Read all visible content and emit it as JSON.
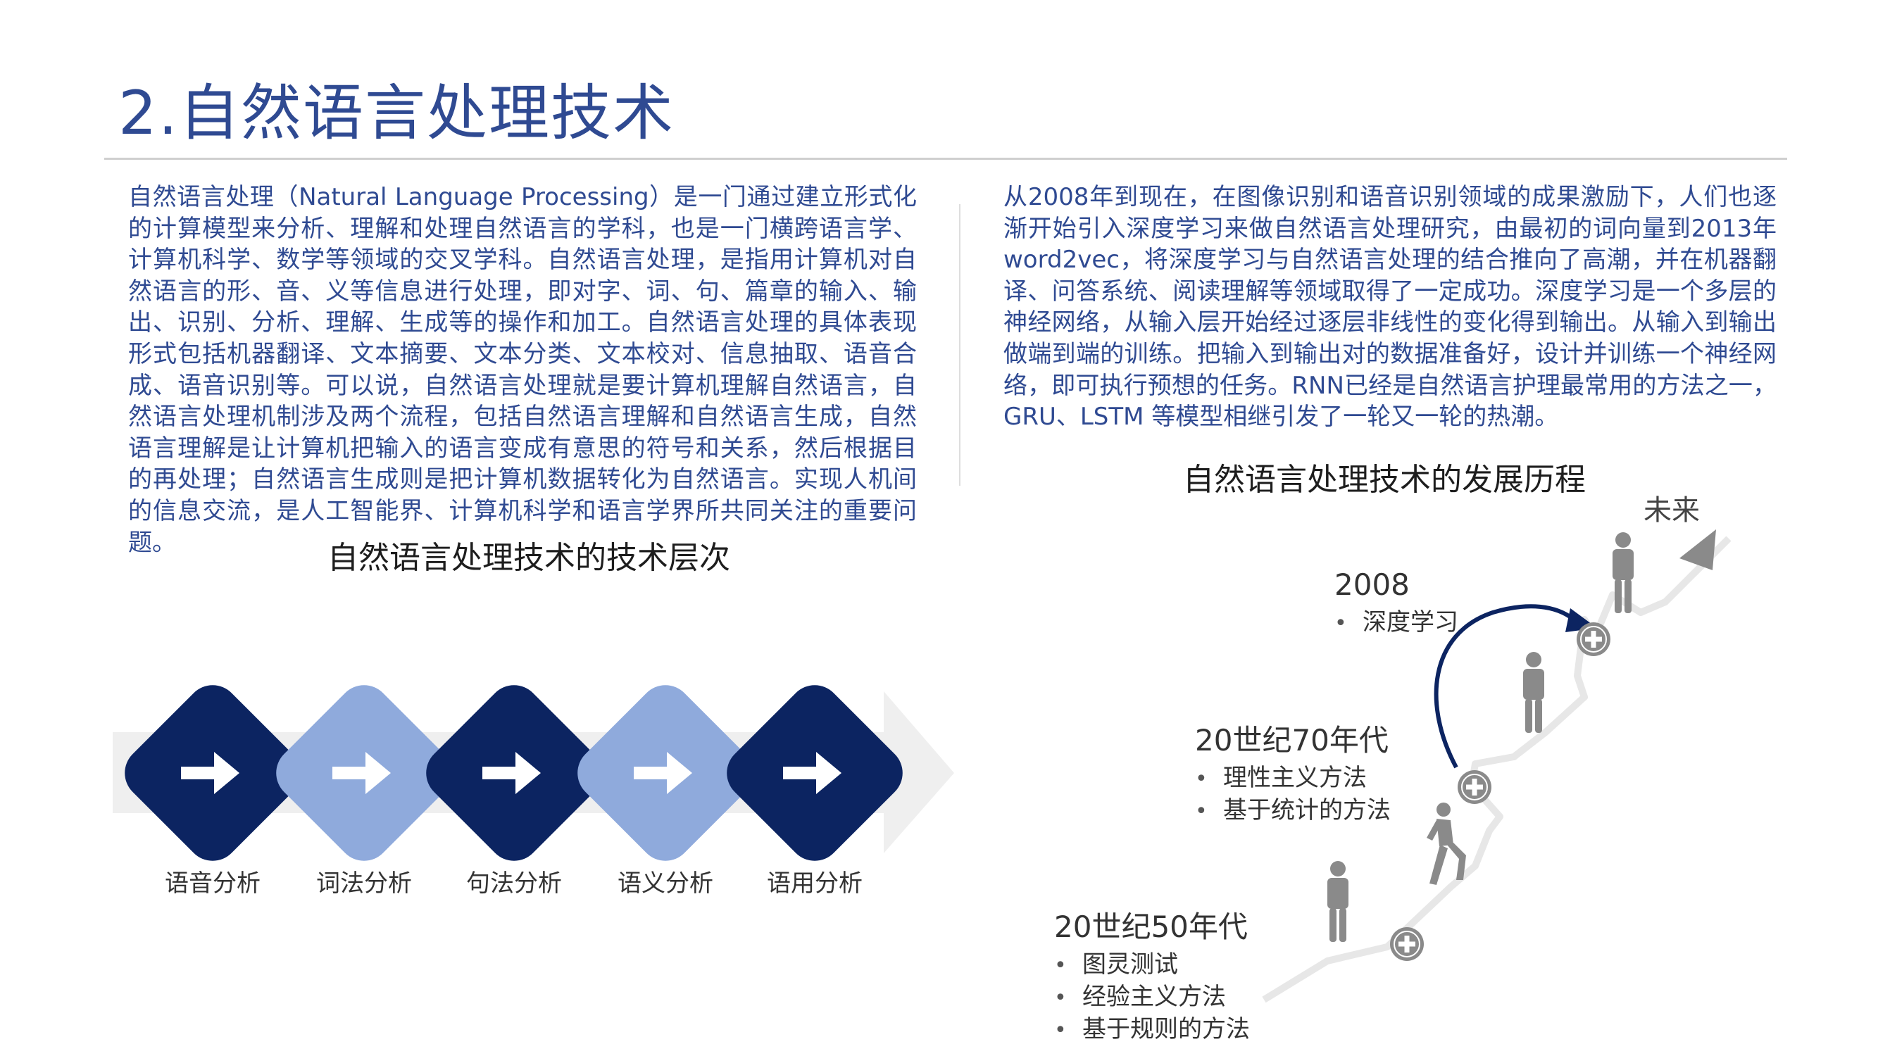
{
  "header": {
    "title": "2.自然语言处理技术"
  },
  "intro": {
    "left": "自然语言处理（Natural Language Processing）是一门通过建立形式化的计算模型来分析、理解和处理自然语言的学科，也是一门横跨语言学、计算机科学、数学等领域的交叉学科。自然语言处理，是指用计算机对自然语言的形、音、义等信息进行处理，即对字、词、句、篇章的输入、输出、识别、分析、理解、生成等的操作和加工。自然语言处理的具体表现形式包括机器翻译、文本摘要、文本分类、文本校对、信息抽取、语音合成、语音识别等。可以说，自然语言处理就是要计算机理解自然语言，自然语言处理机制涉及两个流程，包括自然语言理解和自然语言生成，自然语言理解是让计算机把输入的语言变成有意思的符号和关系，然后根据目的再处理；自然语言生成则是把计算机数据转化为自然语言。实现人机间的信息交流，是人工智能界、计算机科学和语言学界所共同关注的重要问题。",
    "right": "从2008年到现在，在图像识别和语音识别领域的成果激励下，人们也逐渐开始引入深度学习来做自然语言处理研究，由最初的词向量到2013年word2vec，将深度学习与自然语言处理的结合推向了高潮，并在机器翻译、问答系统、阅读理解等领域取得了一定成功。深度学习是一个多层的神经网络，从输入层开始经过逐层非线性的变化得到输出。从输入到输出做端到端的训练。把输入到输出对的数据准备好，设计并训练一个神经网络，即可执行预想的任务。RNN已经是自然语言护理最常用的方法之一，GRU、LSTM 等模型相继引发了一轮又一轮的热潮。"
  },
  "levels": {
    "heading": "自然语言处理技术的技术层次",
    "steps": [
      {
        "label": "语音分析",
        "color": "#0c2461"
      },
      {
        "label": "词法分析",
        "color": "#8faadc"
      },
      {
        "label": "句法分析",
        "color": "#0c2461"
      },
      {
        "label": "语义分析",
        "color": "#8faadc"
      },
      {
        "label": "语用分析",
        "color": "#0c2461"
      }
    ]
  },
  "timeline": {
    "heading": "自然语言处理技术的发展历程",
    "future_label": "未来",
    "eras": [
      {
        "year": "20世纪50年代",
        "items": [
          "图灵测试",
          "经验主义方法",
          "基于规则的方法"
        ]
      },
      {
        "year": "20世纪70年代",
        "items": [
          "理性主义方法",
          "基于统计的方法"
        ]
      },
      {
        "year": "2008",
        "items": [
          "深度学习"
        ]
      }
    ]
  }
}
